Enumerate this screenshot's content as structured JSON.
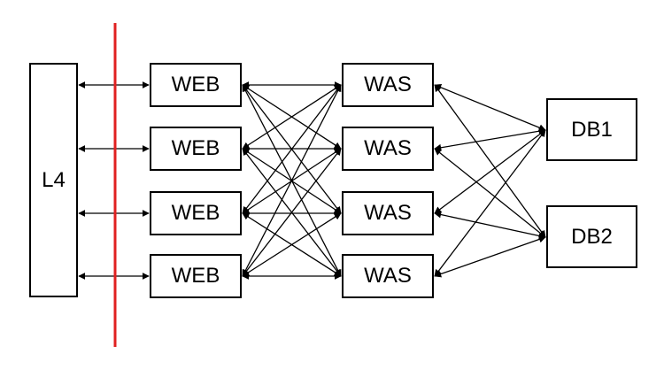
{
  "nodes": {
    "l4": "L4",
    "web": [
      "WEB",
      "WEB",
      "WEB",
      "WEB"
    ],
    "was": [
      "WAS",
      "WAS",
      "WAS",
      "WAS"
    ],
    "db": [
      "DB1",
      "DB2"
    ]
  },
  "colors": {
    "separator": "#e02020",
    "stroke": "#000000"
  }
}
